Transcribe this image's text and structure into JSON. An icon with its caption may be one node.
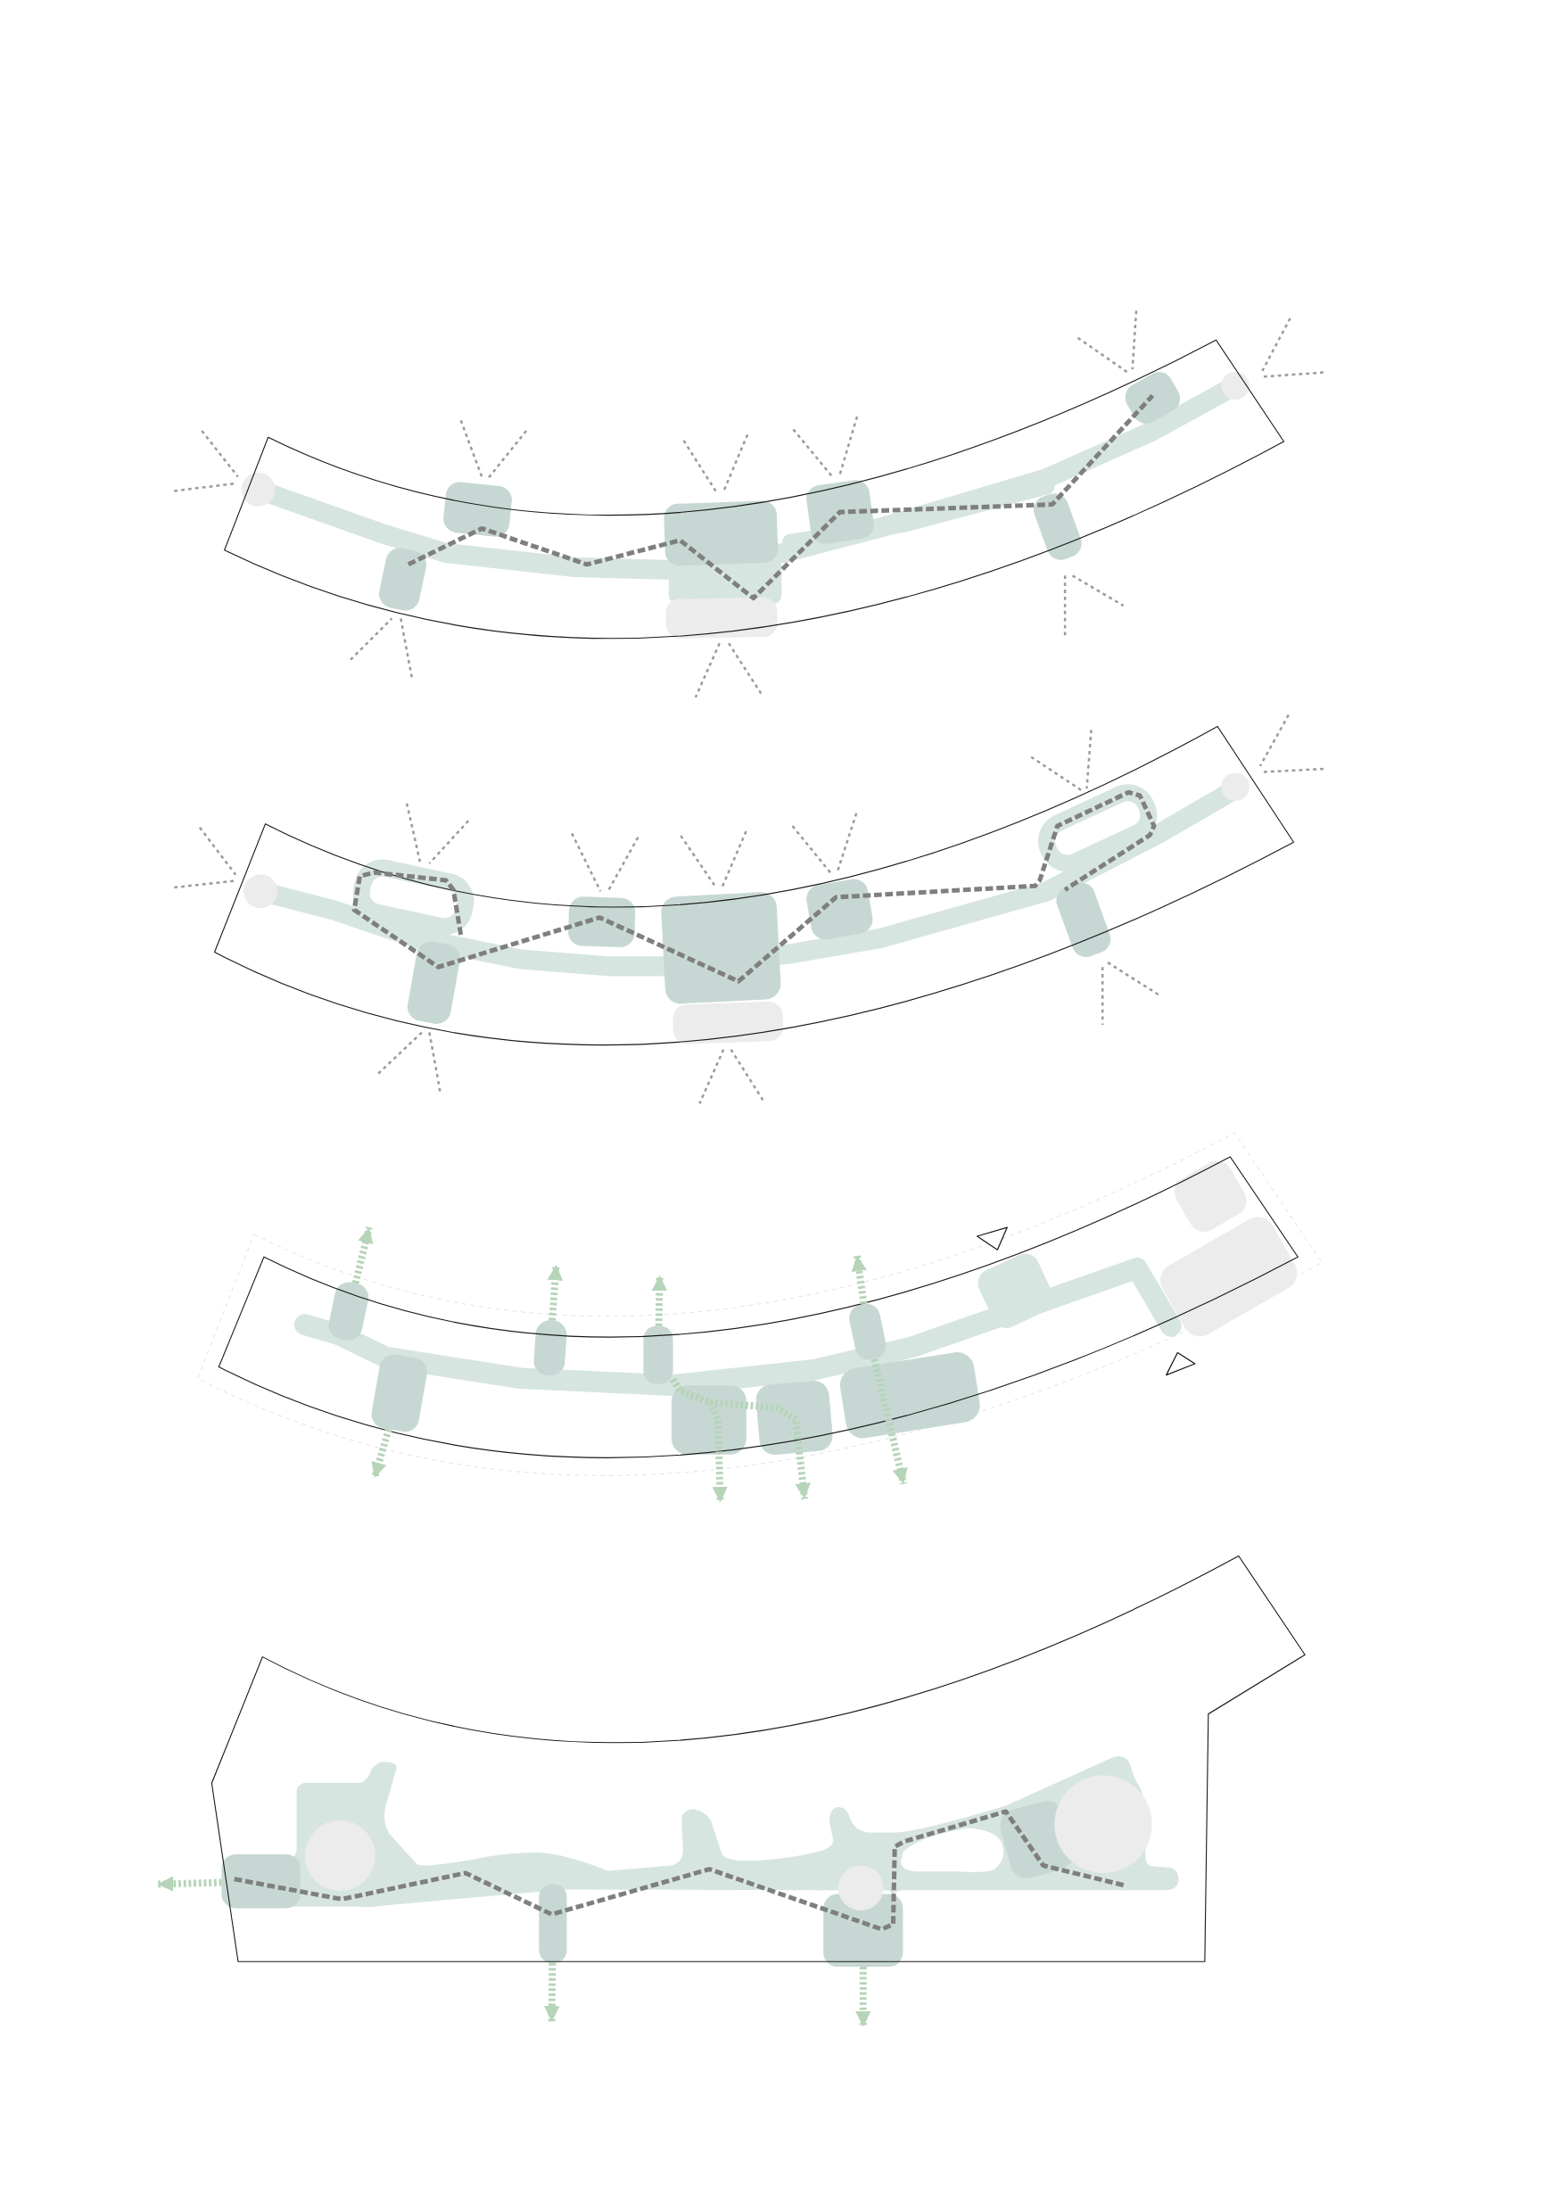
{
  "diagram": {
    "nodes": [
      {
        "text": [],
        "shape": "box"
      },
      {
        "text": [],
        "shape": "box"
      },
      {
        "text": [],
        "shape": "box"
      },
      {
        "text": [],
        "shape": "box"
      },
      {
        "text": [],
        "shape": "box"
      },
      {
        "text": [],
        "shape": "box"
      },
      {
        "text": [],
        "shape": "box"
      },
      {
        "text": [],
        "shape": "box"
      }
    ],
    "edges": [
      {
        "from": 0,
        "to": null,
        "arrow": "to"
      },
      {
        "from": 1,
        "to": null,
        "arrow": "to"
      },
      {
        "from": 2,
        "to": null,
        "arrow": "to"
      },
      {
        "from": 3,
        "to": null,
        "arrow": "to"
      },
      {
        "from": 3,
        "to": null,
        "arrow": "to"
      },
      {
        "from": 3,
        "to": null,
        "arrow": "to"
      },
      {
        "from": 4,
        "to": null,
        "arrow": "to"
      },
      {
        "from": 4,
        "to": null,
        "arrow": "to"
      },
      {
        "from": 5,
        "to": null,
        "arrow": "to"
      },
      {
        "from": 6,
        "to": null,
        "arrow": "to"
      },
      {
        "from": 7,
        "to": null,
        "arrow": "to"
      }
    ]
  }
}
